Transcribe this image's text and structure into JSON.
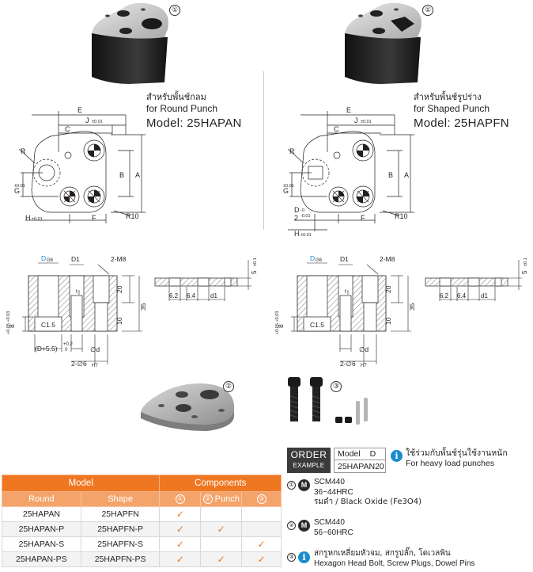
{
  "left": {
    "label_thai": "สำหรับพั้นช์กลม",
    "label_en": "for Round Punch",
    "model": "Model: 25HAPAN"
  },
  "right": {
    "label_thai": "สำหรับพั้นช์รูปร่าง",
    "label_en": "for Shaped Punch",
    "model": "Model: 25HAPFN"
  },
  "component_marks": {
    "c1": "①",
    "c2": "②",
    "c3": "③",
    "c1a": "①"
  },
  "dims": {
    "E": "E",
    "J": "J",
    "J_tol": "±0.01",
    "C": "C",
    "B": "B",
    "A": "A",
    "R": "R",
    "G": "G",
    "G_tol": "±0.01",
    "H": "H",
    "H_tol": "±0.01",
    "F": "F",
    "R10": "R10",
    "D_frac": "D",
    "D_frac_den": "2",
    "D_frac_tol_up": "-0",
    "D_frac_tol_dn": "-0.01",
    "DG6": "D",
    "DG6_sub": "G6",
    "D1": "D1",
    "M8": "2-M8",
    "t": "t",
    "v20": "20",
    "v35": "35",
    "v10": "10",
    "v8": "8",
    "v8_tol": "+0.05 +0.03",
    "C15": "C1.5",
    "Dp55": "(D+5.5)",
    "tol02": "+0.2",
    "tol0": "0",
    "phid": "∅d",
    "phi6": "2-∅6",
    "phi6_sub": "H7",
    "v5": "5",
    "v5_tol": "±0.1",
    "v62": "6.2",
    "v64": "6.4",
    "d1": "d1"
  },
  "table": {
    "header_model": "Model",
    "header_components": "Components",
    "col_round": "Round",
    "col_shape": "Shape",
    "col_c1": "①",
    "col_c2_mark": "②",
    "col_c2_label": "Punch",
    "col_c3": "③",
    "check": "✓",
    "rows": [
      {
        "round": "25HAPAN",
        "shape": "25HAPFN",
        "c1": true,
        "c2": false,
        "c3": false
      },
      {
        "round": "25HAPAN-P",
        "shape": "25HAPFN-P",
        "c1": true,
        "c2": true,
        "c3": false
      },
      {
        "round": "25HAPAN-S",
        "shape": "25HAPFN-S",
        "c1": true,
        "c2": false,
        "c3": true
      },
      {
        "round": "25HAPAN-PS",
        "shape": "25HAPFN-PS",
        "c1": true,
        "c2": true,
        "c3": true
      }
    ]
  },
  "order": {
    "tag_line1": "ORDER",
    "tag_line2": "EXAMPLE",
    "col_model": "Model",
    "col_d": "D",
    "value": "25HAPAN20"
  },
  "note": {
    "icon": "i",
    "thai": "ใช้ร่วมกับพั้นช์รุ่นใช้งานหนัก",
    "en": "For heavy load punches"
  },
  "materials": [
    {
      "mark": "①",
      "badge": "M",
      "line1": "SCM440",
      "line2": "36~44HRC",
      "line3": "รมดำ / Black Oxide (Fe3O4)"
    },
    {
      "mark": "②",
      "badge": "M",
      "line1": "SCM440",
      "line2": "56~60HRC"
    },
    {
      "mark": "③",
      "badge": "i",
      "line1": "สกรูหกเหลี่ยมหัวจม, สกรูปลั๊ก, โดเวลพิน",
      "line2": "Hexagon Head Bolt, Screw Plugs, Dowel Pins"
    }
  ],
  "colors": {
    "accent": "#f07722",
    "accent_light": "#f4a46b",
    "check": "#ee7623",
    "info": "#1b8ccc",
    "dark": "#3b3b3b"
  }
}
